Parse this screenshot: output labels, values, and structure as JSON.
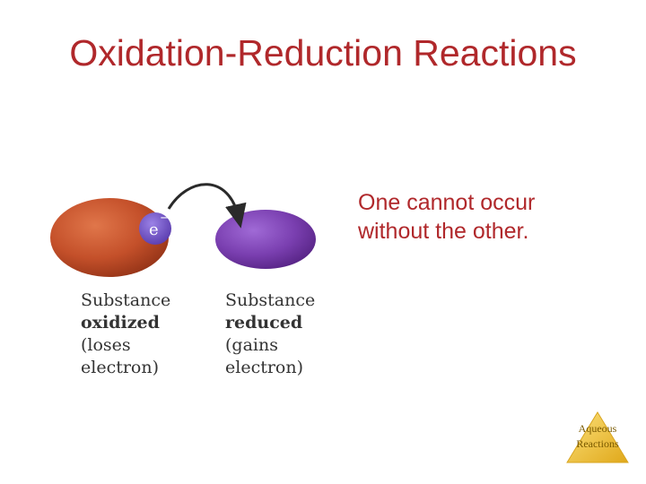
{
  "slide": {
    "title": "Oxidation-Reduction Reactions",
    "statement_lines": [
      "One cannot occur",
      "without the other."
    ]
  },
  "diagram": {
    "electron_label": "e",
    "electron_charge": "−",
    "oxidized": {
      "line1": "Substance",
      "line2": "oxidized",
      "line3": "(loses",
      "line4": "electron)",
      "color": "#c4502a"
    },
    "reduced": {
      "line1": "Substance",
      "line2": "reduced",
      "line3": "(gains",
      "line4": "electron)",
      "color": "#7a3fb0"
    },
    "electron_color": "#6a4bc0"
  },
  "footer_badge": {
    "line1": "Aqueous",
    "line2": "Reactions",
    "color": "#f2c230"
  },
  "colors": {
    "title": "#b0282b",
    "caption": "#333333"
  }
}
